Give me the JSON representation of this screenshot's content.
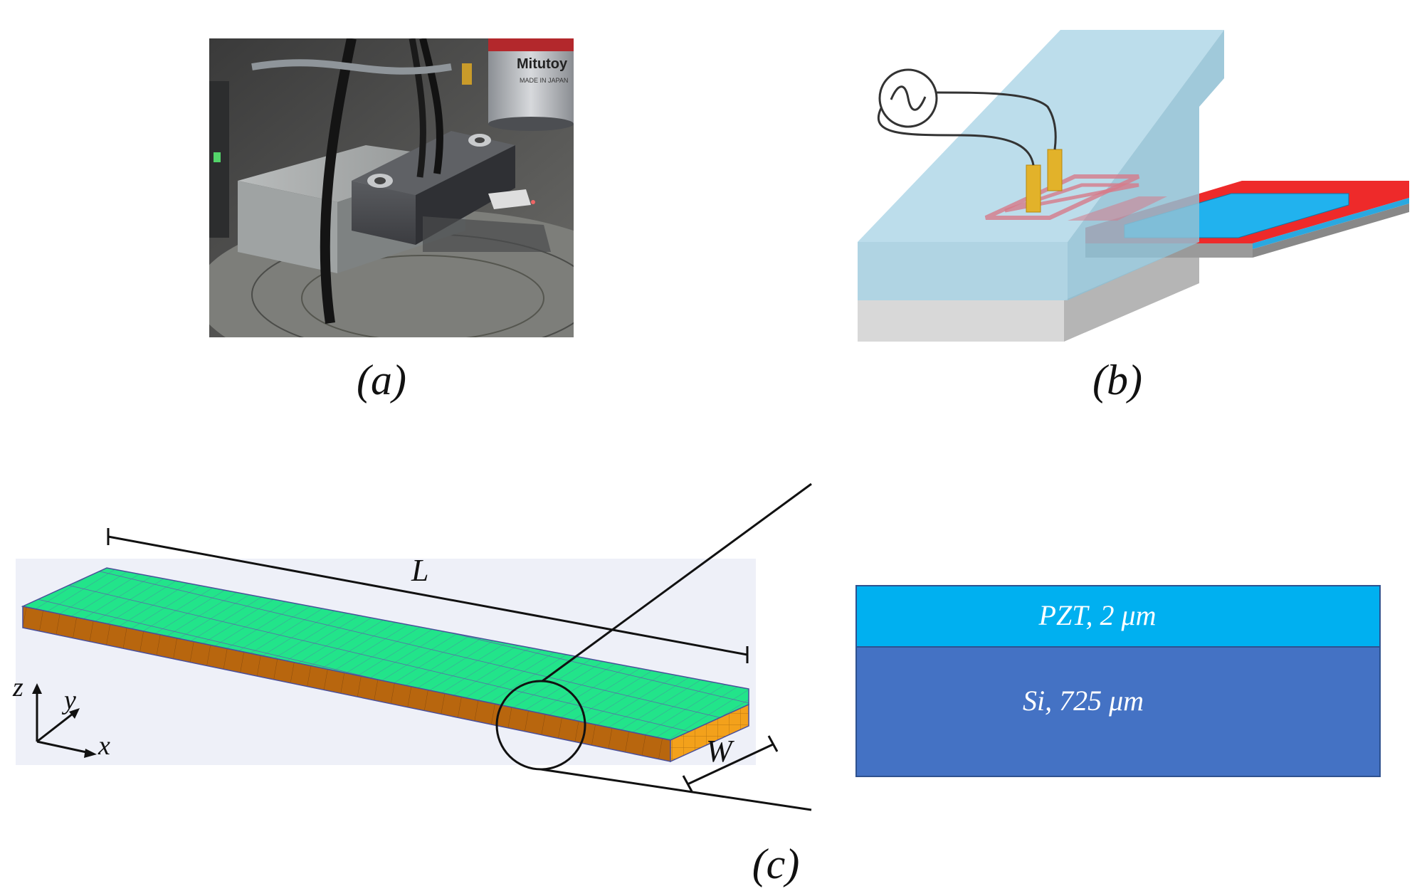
{
  "captions": {
    "a": "(a)",
    "b": "(b)",
    "c": "(c)"
  },
  "photo": {
    "brand_text": "Mitutoy",
    "subtext": "MADE IN JAPAN"
  },
  "panel_c": {
    "length_label": "L",
    "width_label": "W",
    "axes": {
      "x": "x",
      "y": "y",
      "z": "z"
    },
    "layers": [
      {
        "name": "PZT, 2 μm",
        "color": "#00b0f0"
      },
      {
        "name": "Si, 725 μm",
        "color": "#4472c4"
      }
    ]
  },
  "colors": {
    "glass": "#a9d4e6",
    "base": "#cfcfcf",
    "cantilever_red": "#ee2a2a",
    "electrode_blue": "#21b2ee",
    "contact_gold": "#e2b22a",
    "mesh_top": "#22e48a",
    "mesh_side": "#b8660e",
    "mesh_end": "#f3a11b"
  }
}
